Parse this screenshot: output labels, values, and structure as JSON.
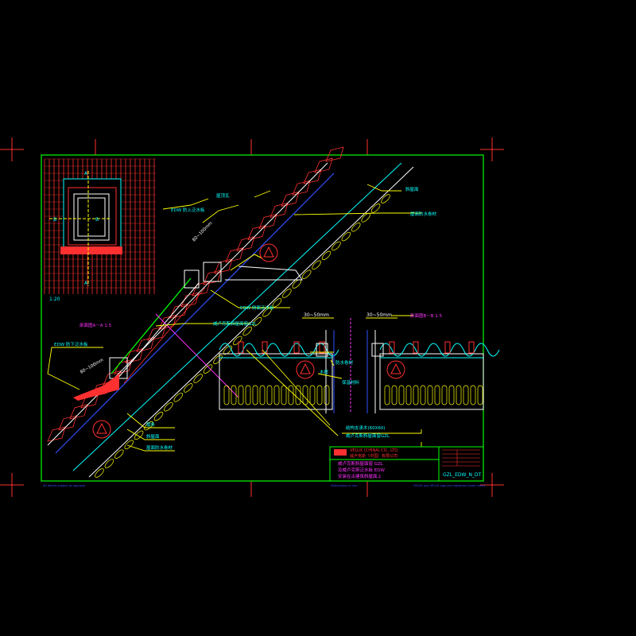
{
  "title_block": {
    "company": "VELUX (CHINA) CO., LTD.",
    "company_sub": "威卢克斯（中国）有限公司",
    "lines": [
      "威卢克斯斜屋面窗 GZL",
      "及威卢克斯泛水板 EDW",
      "安装在古建筑斜屋面上"
    ],
    "drawing_code": "GZL_EDW_N_DT"
  },
  "scale_label": "1:20",
  "section_left_label": "剖面图A－A 1:5",
  "section_right_label": "剖面图B－B 1:5",
  "dim_left": "30~50mm",
  "dim_right": "30~50mm",
  "dim_top": "80~100mm",
  "dim_bottom": "80~100mm",
  "callouts": {
    "top_1": "屋顶瓦",
    "top_2": "EDW 防上泛水板",
    "top_3": "斜屋面",
    "top_4": "屋面防水卷材",
    "mid_1": "EDW 侧面泛水板",
    "mid_2": "威卢克斯斜屋面窗GZL",
    "left_1": "EDW 防下泛水板",
    "bot_1": "檩条",
    "bot_2": "斜屋面",
    "bot_3": "屋面防水卷材",
    "right_1": "防水卷材",
    "right_2": "木框",
    "right_3": "保温材料",
    "right_4": "结构支承木(60X60)",
    "right_5": "威卢克斯斜屋面窗GZL"
  },
  "footer_notes": [
    "VELUX and VELUX logo are registered trade marks",
    "Dimensions in mm",
    "All details subject to approval"
  ],
  "colors": {
    "background": "#000000",
    "frame": "#00ff00",
    "tiles": "#ff3030",
    "cyan": "#00ffff",
    "blue": "#3050ff",
    "yellow": "#ffff00",
    "magenta": "#ff30ff",
    "white": "#ffffff"
  }
}
